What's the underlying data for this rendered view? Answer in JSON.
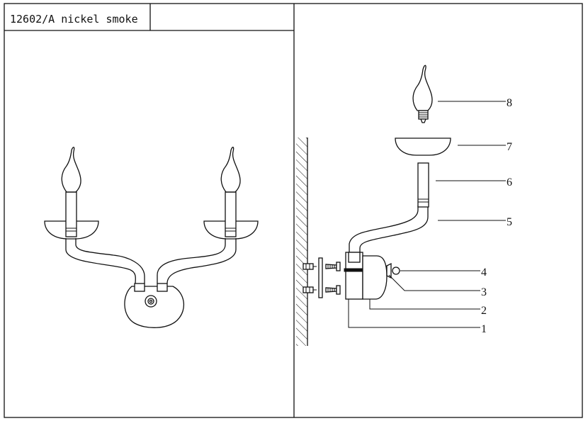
{
  "title_block": {
    "model": "12602/A nickel smoke",
    "second_cell": ""
  },
  "callouts": [
    {
      "id": "callout-1",
      "label": "1"
    },
    {
      "id": "callout-2",
      "label": "2"
    },
    {
      "id": "callout-3",
      "label": "3"
    },
    {
      "id": "callout-4",
      "label": "4"
    },
    {
      "id": "callout-5",
      "label": "5"
    },
    {
      "id": "callout-6",
      "label": "6"
    },
    {
      "id": "callout-7",
      "label": "7"
    },
    {
      "id": "callout-8",
      "label": "8"
    }
  ]
}
